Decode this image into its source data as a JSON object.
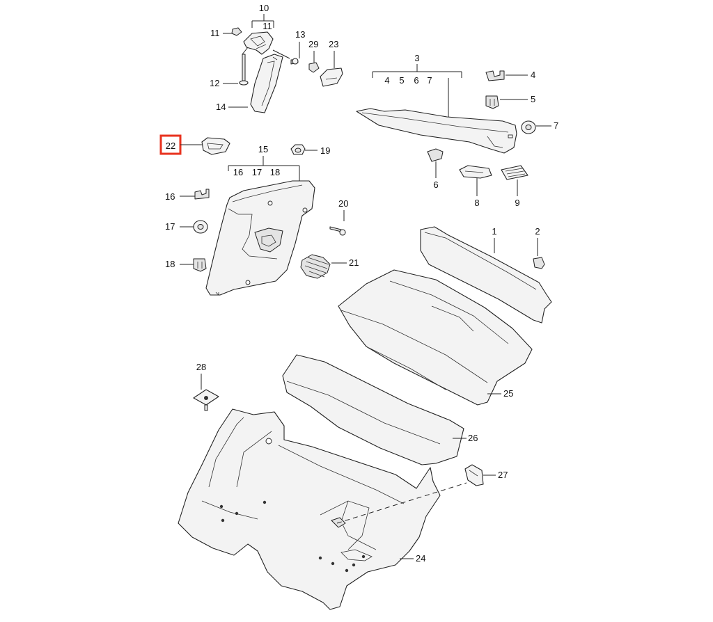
{
  "highlight_color": "#e8321e",
  "callouts": {
    "c1": "1",
    "c2": "2",
    "c3": "3",
    "c4": "4",
    "c5": "5",
    "c6": "6",
    "c7": "7",
    "c8": "8",
    "c9": "9",
    "c10": "10",
    "c11": "11",
    "c12": "12",
    "c13": "13",
    "c14": "14",
    "c15": "15",
    "c16": "16",
    "c17": "17",
    "c18": "18",
    "c19": "19",
    "c20": "20",
    "c21": "21",
    "c22": "22",
    "c23": "23",
    "c24": "24",
    "c25": "25",
    "c26": "26",
    "c27": "27",
    "c28": "28",
    "c29": "29"
  },
  "groups": {
    "g10_sub": "11",
    "g3_sub": [
      "4",
      "5",
      "6",
      "7"
    ],
    "g15_sub": [
      "16",
      "17",
      "18"
    ]
  }
}
